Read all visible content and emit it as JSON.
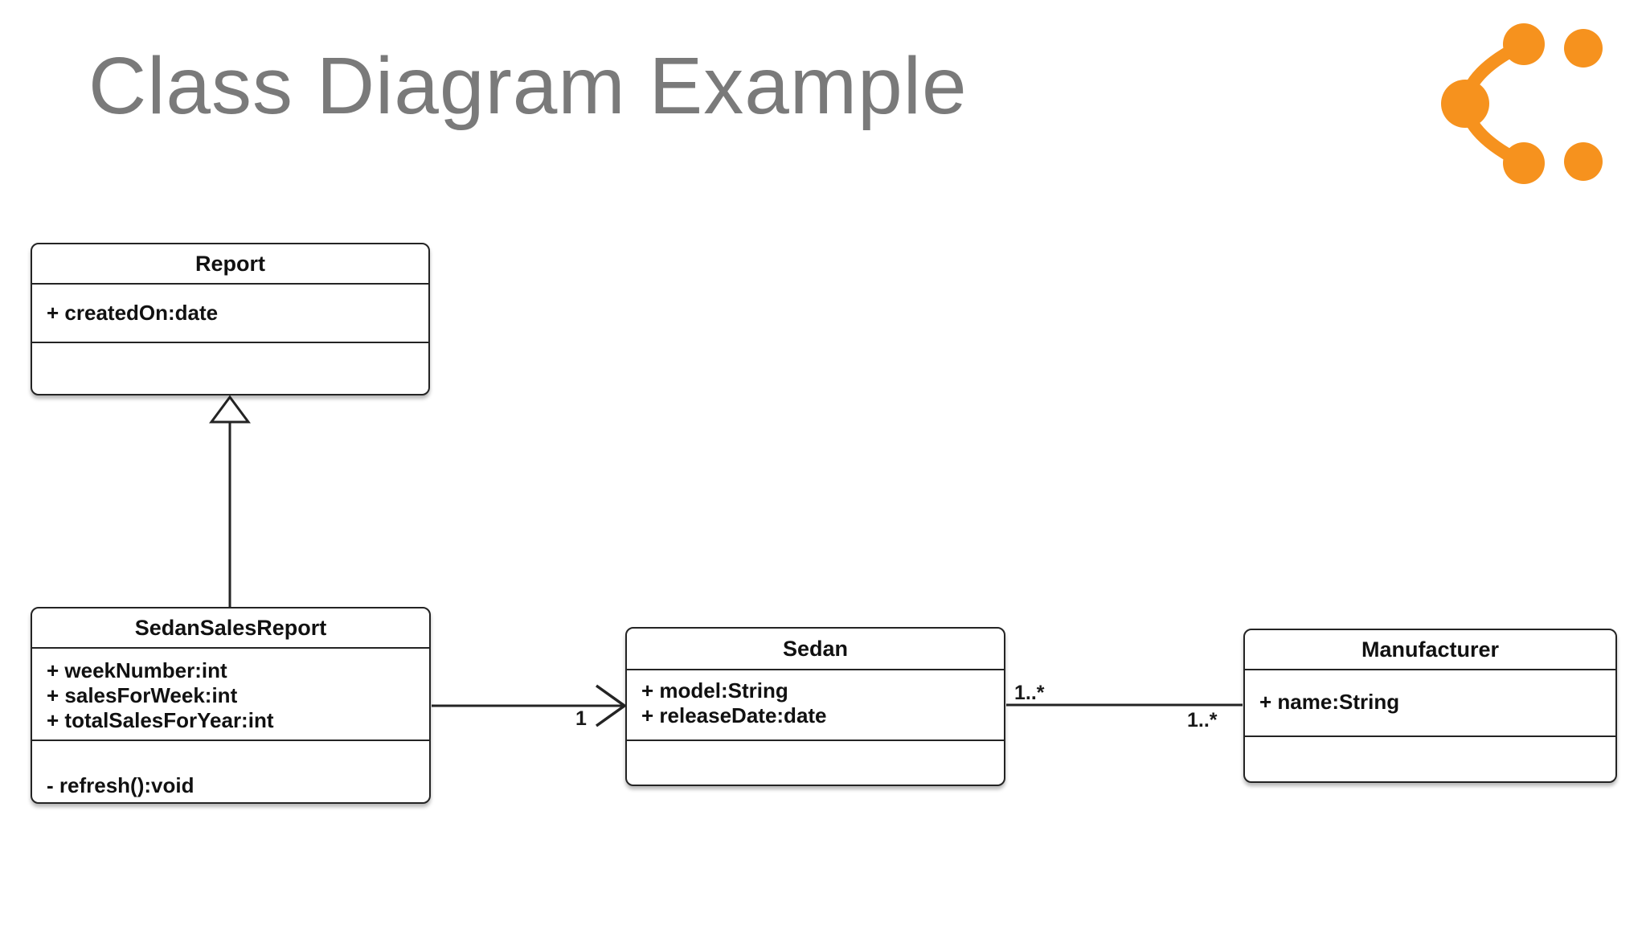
{
  "header": {
    "title": "Class Diagram Example",
    "logo_name": "lucidchart-logo"
  },
  "colors": {
    "title_gray": "#7a7a7a",
    "logo_orange": "#F6921E",
    "diagram_stroke": "#242424",
    "box_fill": "#ffffff",
    "text": "#111111"
  },
  "diagram": {
    "type": "uml-class-diagram",
    "classes": [
      {
        "name": "Report",
        "attributes": [
          "+ createdOn:date"
        ],
        "methods": []
      },
      {
        "name": "SedanSalesReport",
        "attributes": [
          "+ weekNumber:int",
          "+ salesForWeek:int",
          "+ totalSalesForYear:int"
        ],
        "methods": [
          "- refresh():void"
        ]
      },
      {
        "name": "Sedan",
        "attributes": [
          "+ model:String",
          "+ releaseDate:date"
        ],
        "methods": []
      },
      {
        "name": "Manufacturer",
        "attributes": [
          "+ name:String"
        ],
        "methods": []
      }
    ],
    "relationships": [
      {
        "type": "generalization",
        "from": "SedanSalesReport",
        "to": "Report",
        "marker": "hollow-triangle"
      },
      {
        "type": "directed-association",
        "from": "SedanSalesReport",
        "to": "Sedan",
        "marker": "open-arrow",
        "multiplicity_near_sedan": "1"
      },
      {
        "type": "association",
        "from": "Sedan",
        "to": "Manufacturer",
        "multiplicity_near_sedan": "1..*",
        "multiplicity_near_manufacturer": "1..*"
      }
    ]
  }
}
